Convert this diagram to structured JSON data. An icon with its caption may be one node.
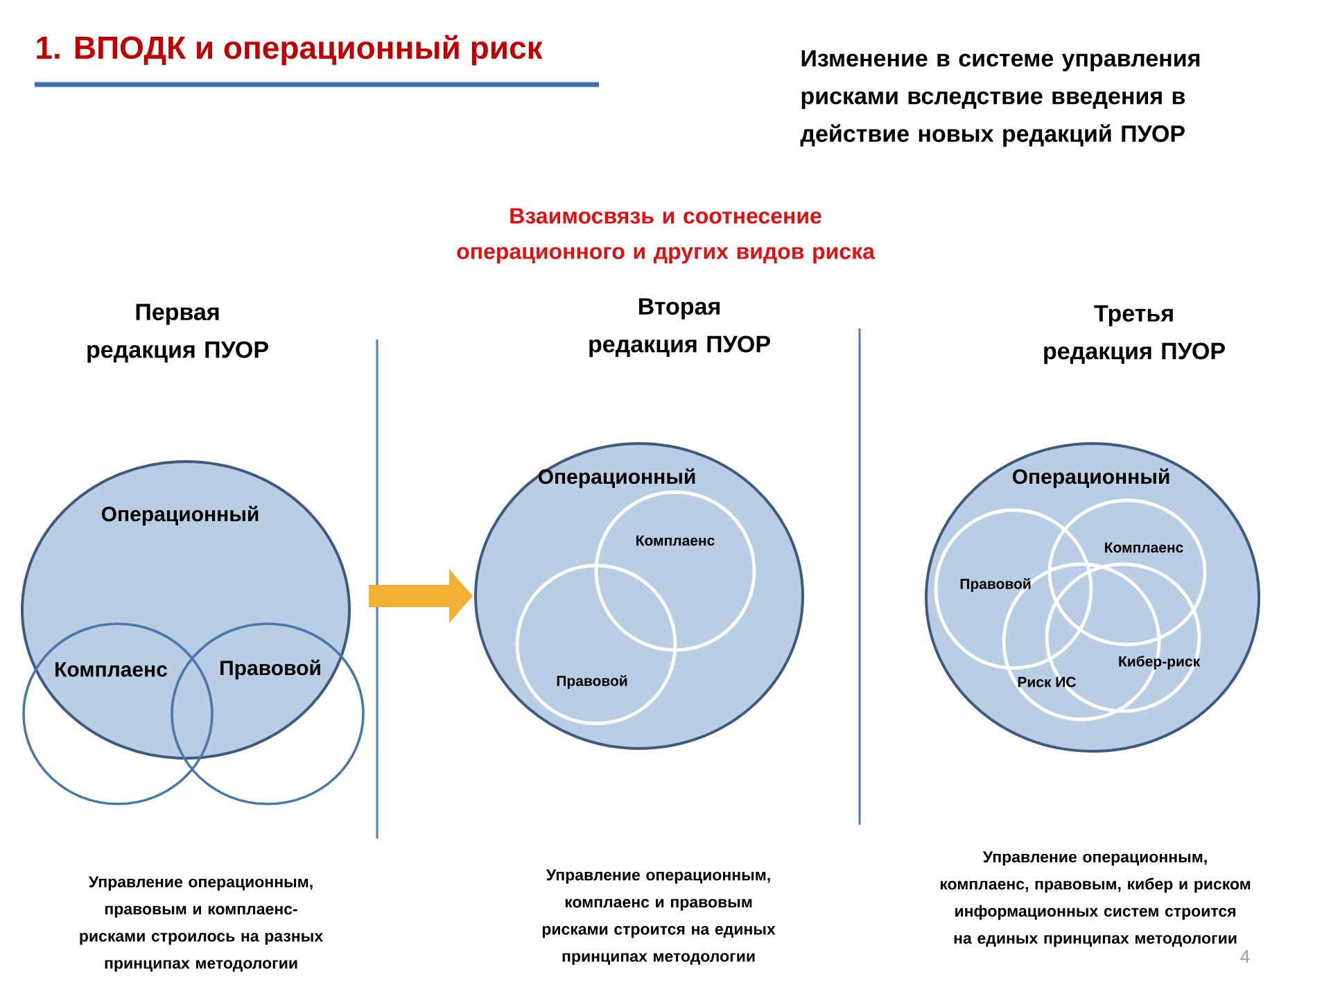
{
  "diagram": {
    "title": "1. ВПОДК и операционный риск",
    "nodes": [
      {
        "text": [
          "Операционный"
        ]
      },
      {
        "text": [
          "Комплаенс"
        ]
      },
      {
        "text": [
          "Правовой"
        ]
      },
      {
        "text": [
          "Операционный"
        ]
      },
      {
        "text": [
          "Комплаенс"
        ],
        "in": 3
      },
      {
        "text": [
          "Правовой"
        ],
        "in": 3
      },
      {
        "text": [
          "Операционный"
        ]
      },
      {
        "text": [
          "Правовой"
        ],
        "in": 6
      },
      {
        "text": [
          "Комплаенс"
        ],
        "in": 6
      },
      {
        "text": [
          "Риск ИС"
        ],
        "in": 6
      },
      {
        "text": [
          "Кибер-риск"
        ],
        "in": 6
      }
    ],
    "edges": [
      {
        "from": 0,
        "to": 3,
        "arrow": "to"
      }
    ],
    "labels": [
      "Изменение в системе управления рисками вследствие введения в действие новых редакций ПУОР",
      "Взаимосвязь и соотнесение операционного и других видов риска",
      "Первая редакция ПУОР",
      "Вторая редакция ПУОР",
      "Третья редакция ПУОР",
      "Управление операционным, правовым и комплаенс-рисками строилось на разных принципах методологии",
      "Управление операционным, комплаенс и правовым рисками строится на единых принципах методологии",
      "Управление операционным, комплаенс, правовым, кибер и риском информационных систем строится на единых принципах методологии",
      "4"
    ]
  }
}
